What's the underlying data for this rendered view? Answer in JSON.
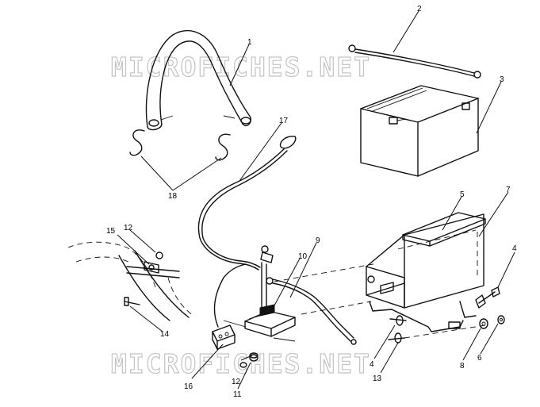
{
  "watermarks": [
    "MICROFICHES.NET",
    "MICROFICHES.NET"
  ],
  "callouts": {
    "c1": "1",
    "c2": "2",
    "c3": "3",
    "c4a": "4",
    "c4b": "4",
    "c5": "5",
    "c6": "6",
    "c7": "7",
    "c8": "8",
    "c9": "9",
    "c10": "10",
    "c11": "11",
    "c12a": "12",
    "c12b": "12",
    "c13": "13",
    "c14": "14",
    "c15": "15",
    "c16": "16",
    "c17": "17",
    "c18": "18"
  }
}
